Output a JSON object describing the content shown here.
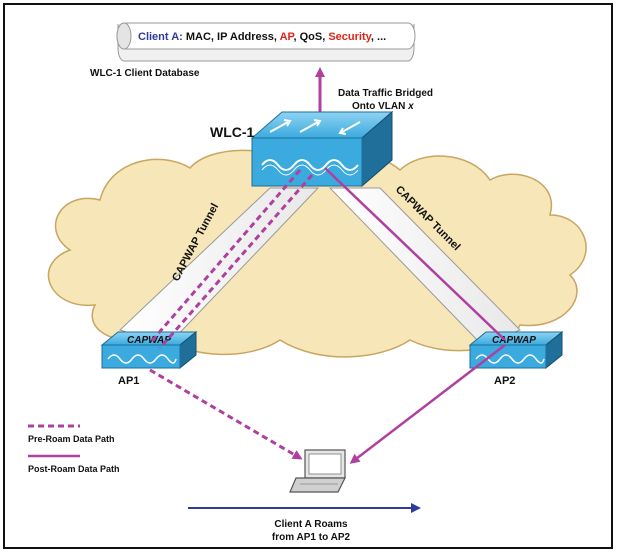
{
  "database": {
    "prefix": "Client A:",
    "fields": [
      {
        "text": " MAC, IP Address, ",
        "color": "#111111"
      },
      {
        "text": "AP",
        "color": "#e2231a"
      },
      {
        "text": ", QoS, ",
        "color": "#111111"
      },
      {
        "text": "Security",
        "color": "#e2231a"
      },
      {
        "text": ", ...",
        "color": "#111111"
      }
    ],
    "caption": "WLC-1 Client Database"
  },
  "traffic_label": {
    "line1": "Data Traffic Bridged",
    "line2": "Onto VLAN ",
    "var": "x"
  },
  "controller": {
    "label": "WLC-1"
  },
  "tunnels": {
    "left": "CAPWAP Tunnel",
    "right": "CAPWAP Tunnel"
  },
  "access_points": [
    {
      "label": "AP1",
      "badge": "CAPWAP"
    },
    {
      "label": "AP2",
      "badge": "CAPWAP"
    }
  ],
  "legend": {
    "pre_roam": "Pre-Roam Data Path",
    "post_roam": "Post-Roam Data Path"
  },
  "roam_label": {
    "line1": "Client A Roams",
    "line2": "from AP1 to AP2"
  },
  "colors": {
    "path": "#b0409f",
    "cloud": "#f6e6b8",
    "cloud_edge": "#c9a560",
    "device": "#3aaadf",
    "device_dark": "#1f6f9a",
    "roam_arrow": "#2e3a9e",
    "highlight": "#e2231a",
    "prefix": "#2e3a9e"
  }
}
